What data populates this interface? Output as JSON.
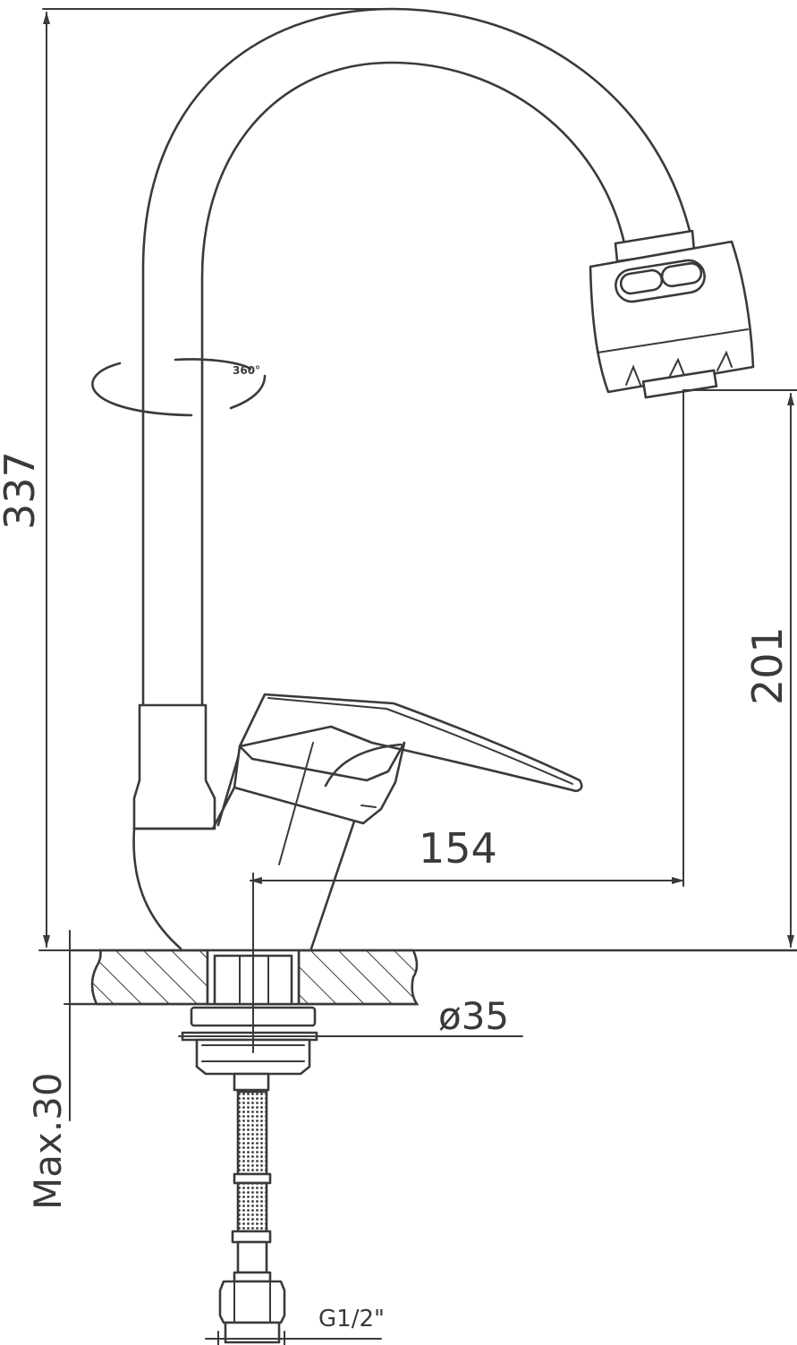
{
  "dimensions": {
    "total_height": "337",
    "spout_height": "201",
    "reach": "154",
    "hole_diameter": "ø35",
    "max_thickness": "Max.30",
    "thread": "G1/2\""
  },
  "rotation_label": "360°"
}
